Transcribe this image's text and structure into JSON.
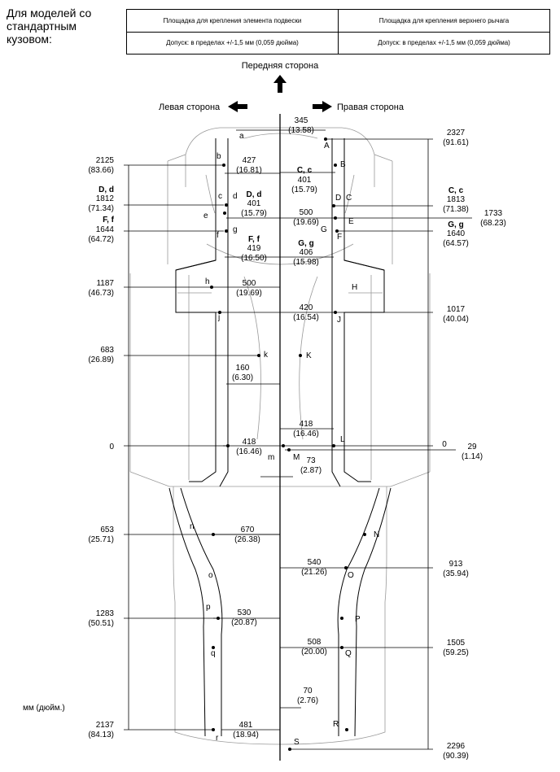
{
  "heading": "Для моделей со стандартным кузовом:",
  "table": {
    "header": [
      "Площадка для крепления элемента подвески",
      "Площадка для крепления верхнего рычага"
    ],
    "row": [
      "Допуск: в пределах +/-1,5 мм (0,059 дюйма)",
      "Допуск: в пределах +/-1,5 мм (0,059 дюйма)"
    ]
  },
  "directions": {
    "front": "Передняя сторона",
    "left": "Левая сторона",
    "right": "Правая сторона"
  },
  "units": "мм (дюйм.)",
  "left_dims": [
    {
      "mm": "2125",
      "in": "(83.66)"
    },
    {
      "code": "D, d",
      "mm": "1812",
      "in": "(71.34)"
    },
    {
      "code": "F, f",
      "mm": "1644",
      "in": "(64.72)"
    },
    {
      "mm": "1187",
      "in": "(46.73)"
    },
    {
      "mm": "683",
      "in": "(26.89)"
    },
    {
      "mm": "0"
    },
    {
      "mm": "653",
      "in": "(25.71)"
    },
    {
      "mm": "1283",
      "in": "(50.51)"
    },
    {
      "mm": "2137",
      "in": "(84.13)"
    }
  ],
  "right_dims": [
    {
      "mm": "2327",
      "in": "(91.61)"
    },
    {
      "code": "C, c",
      "mm": "1813",
      "in": "(71.38)"
    },
    {
      "mm": "1733",
      "in": "(68.23)"
    },
    {
      "code": "G, g",
      "mm": "1640",
      "in": "(64.57)"
    },
    {
      "mm": "1017",
      "in": "(40.04)"
    },
    {
      "mm": "0"
    },
    {
      "mm": "29",
      "in": "(1.14)"
    },
    {
      "mm": "913",
      "in": "(35.94)"
    },
    {
      "mm": "1505",
      "in": "(59.25)"
    },
    {
      "mm": "2296",
      "in": "(90.39)"
    }
  ],
  "center_dims": [
    {
      "mm": "345",
      "in": "(13.58)"
    },
    {
      "mm": "427",
      "in": "(16.81)"
    },
    {
      "code": "C, c",
      "mm": "401",
      "in": "(15.79)"
    },
    {
      "code": "D, d",
      "mm": "401",
      "in": "(15.79)"
    },
    {
      "mm": "500",
      "in": "(19.69)"
    },
    {
      "code": "F, f",
      "mm": "419",
      "in": "(16.50)"
    },
    {
      "code": "G, g",
      "mm": "406",
      "in": "(15.98)"
    },
    {
      "mm": "500",
      "in": "(19.69)"
    },
    {
      "mm": "420",
      "in": "(16.54)"
    },
    {
      "mm": "160",
      "in": "(6.30)"
    },
    {
      "mm": "418",
      "in": "(16.46)"
    },
    {
      "mm": "418",
      "in": "(16.46)"
    },
    {
      "mm": "73",
      "in": "(2.87)"
    },
    {
      "mm": "670",
      "in": "(26.38)"
    },
    {
      "mm": "540",
      "in": "(21.26)"
    },
    {
      "mm": "530",
      "in": "(20.87)"
    },
    {
      "mm": "508",
      "in": "(20.00)"
    },
    {
      "mm": "70",
      "in": "(2.76)"
    },
    {
      "mm": "481",
      "in": "(18.94)"
    }
  ],
  "point_labels": [
    "a",
    "A",
    "b",
    "B",
    "c",
    "d",
    "D",
    "C",
    "e",
    "E",
    "g",
    "G",
    "f",
    "F",
    "h",
    "H",
    "j",
    "J",
    "k",
    "K",
    "L",
    "m",
    "M",
    "n",
    "N",
    "o",
    "O",
    "p",
    "P",
    "q",
    "Q",
    "R",
    "r",
    "S"
  ]
}
